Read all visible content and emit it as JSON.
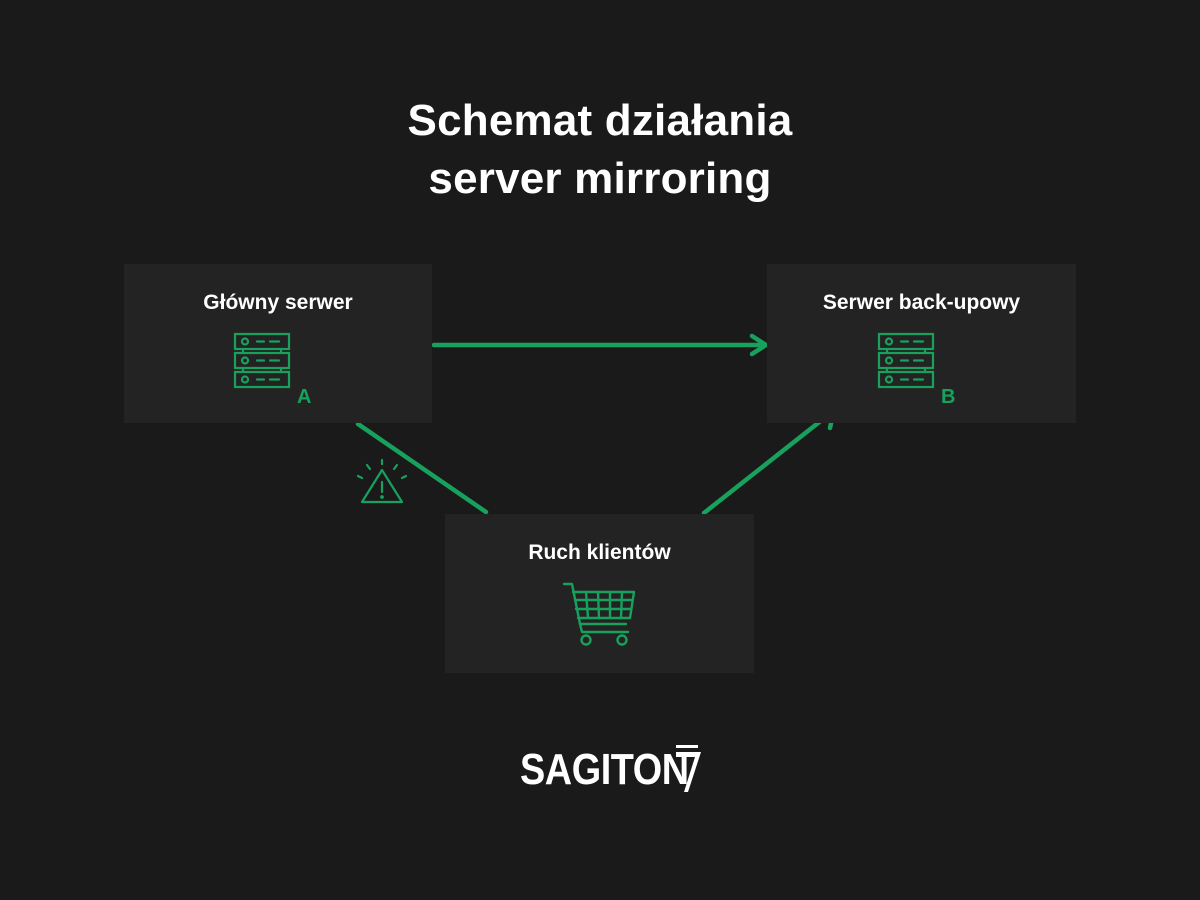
{
  "title": {
    "line1": "Schemat działania",
    "line2": "server mirroring"
  },
  "nodes": {
    "main_server": {
      "label": "Główny serwer",
      "tag": "A",
      "icon": "server-rack-icon"
    },
    "backup_server": {
      "label": "Serwer back-upowy",
      "tag": "B",
      "icon": "server-rack-icon"
    },
    "client_traffic": {
      "label": "Ruch klientów",
      "icon": "shopping-cart-icon"
    }
  },
  "edges": [
    {
      "from": "main_server",
      "to": "backup_server",
      "style": "arrow"
    },
    {
      "from": "client_traffic",
      "to": "backup_server",
      "style": "arrow"
    },
    {
      "from": "client_traffic",
      "to": "main_server",
      "style": "line",
      "status": "warning-icon"
    }
  ],
  "logo": {
    "text": "SAGITON"
  },
  "colors": {
    "background": "#1a1a1a",
    "card": "#232323",
    "accent": "#17a15c",
    "text": "#ffffff"
  }
}
